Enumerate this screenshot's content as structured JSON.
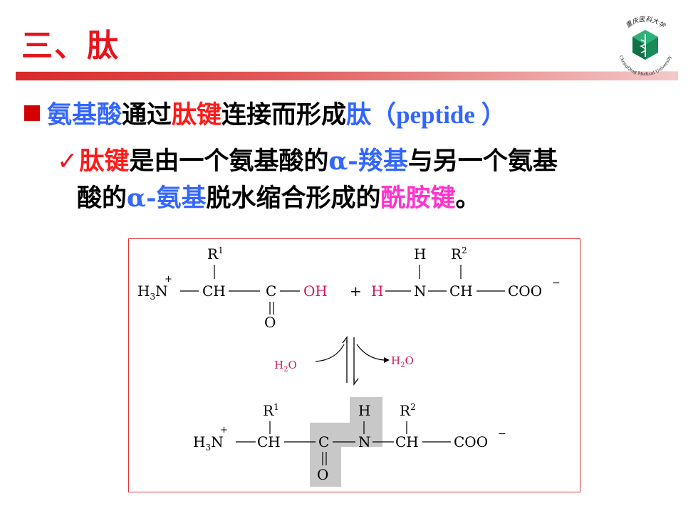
{
  "title": "三、肽",
  "bullet1": {
    "part1": "氨基酸",
    "part2": "通过",
    "part3": "肽键",
    "part4": "连接而形成",
    "part5": "肽",
    "part6": "（peptide ）"
  },
  "bullet2": {
    "check": "✓",
    "p1": "肽键",
    "p2": "是由一个氨基酸的",
    "p3": "α-羧基",
    "p4": "与另一个氨基",
    "p5": "酸的",
    "p6": "α-氨基",
    "p7": "脱水缩合形成的",
    "p8": "酰胺键",
    "p9": "。"
  },
  "logo": {
    "text_top": "重庆医科大学",
    "text_bottom": "ChongQing Medical University"
  },
  "diagram": {
    "r1": "R",
    "r1_sup": "1",
    "r2": "R",
    "r2_sup": "2",
    "h_top": "H",
    "h3n": "H",
    "h3n_sub": "3",
    "n": "N",
    "plus": "+",
    "ch": "CH",
    "c": "C",
    "oh": "OH",
    "plus_sign": "+",
    "h_pink": "H",
    "o": "O",
    "coo": "COO",
    "minus": "−",
    "h2o_left": "H",
    "h2o_sub": "2",
    "h2o_o": "O",
    "h2o_right": "H",
    "h2o_sub2": "2",
    "h2o_o2": "O"
  },
  "colors": {
    "title_red": "#e8141c",
    "blue": "#3366ff",
    "red": "#ff1a1a",
    "pink": "#ff33cc",
    "magenta_chem": "#d4145a",
    "highlight_gray": "#c8c8c8"
  }
}
